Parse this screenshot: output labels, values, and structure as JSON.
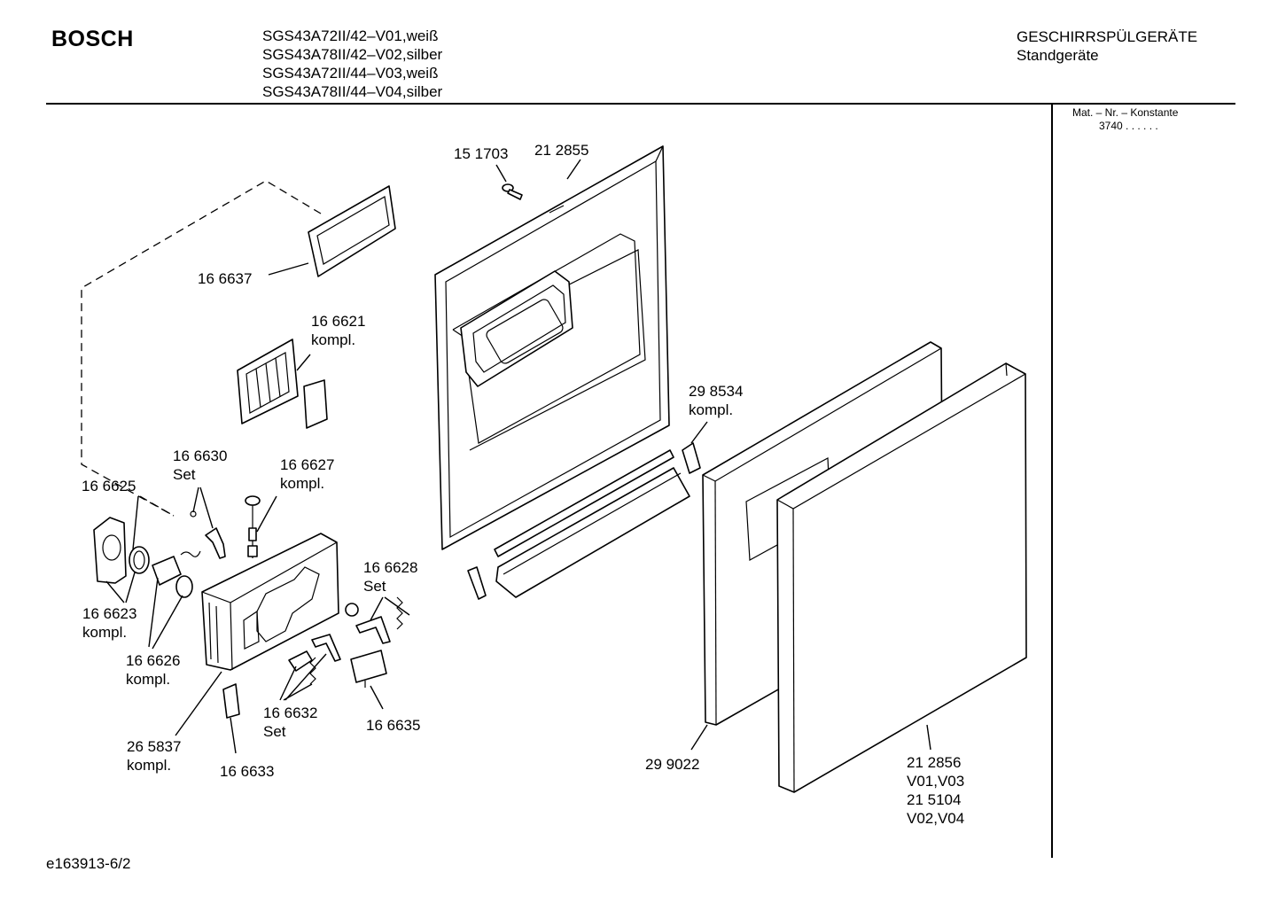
{
  "header": {
    "brand": "BOSCH",
    "models": [
      "SGS43A72II/42–V01,weiß",
      "SGS43A78II/42–V02,silber",
      "SGS43A72II/44–V03,weiß",
      "SGS43A78II/44–V04,silber"
    ],
    "category_line1": "GESCHIRRSPÜLGERÄTE",
    "category_line2": "Standgeräte"
  },
  "sidebar": {
    "mat_label": "Mat. – Nr. – Konstante",
    "mat_value": "3740  .  .  .  .  .  ."
  },
  "footer": {
    "code": "e163913-6/2"
  },
  "parts": [
    {
      "id": "p151703",
      "lines": [
        "15 1703"
      ]
    },
    {
      "id": "p212855",
      "lines": [
        "21 2855"
      ]
    },
    {
      "id": "p166637",
      "lines": [
        "16 6637"
      ]
    },
    {
      "id": "p166621",
      "lines": [
        "16 6621",
        "kompl."
      ]
    },
    {
      "id": "p298534",
      "lines": [
        "29 8534",
        "kompl."
      ]
    },
    {
      "id": "p166630",
      "lines": [
        "16 6630",
        "Set"
      ]
    },
    {
      "id": "p166627",
      "lines": [
        "16 6627",
        "kompl."
      ]
    },
    {
      "id": "p166625",
      "lines": [
        "16 6625"
      ]
    },
    {
      "id": "p166628",
      "lines": [
        "16 6628",
        "Set"
      ]
    },
    {
      "id": "p166623",
      "lines": [
        "16 6623",
        "kompl."
      ]
    },
    {
      "id": "p166626",
      "lines": [
        "16 6626",
        "kompl."
      ]
    },
    {
      "id": "p166632",
      "lines": [
        "16 6632",
        "Set"
      ]
    },
    {
      "id": "p166635",
      "lines": [
        "16 6635"
      ]
    },
    {
      "id": "p265837",
      "lines": [
        "26 5837",
        "kompl."
      ]
    },
    {
      "id": "p166633",
      "lines": [
        "16 6633"
      ]
    },
    {
      "id": "p299022",
      "lines": [
        "29 9022"
      ]
    },
    {
      "id": "p212856",
      "lines": [
        "21 2856",
        "V01,V03",
        "21 5104",
        "V02,V04"
      ]
    }
  ]
}
